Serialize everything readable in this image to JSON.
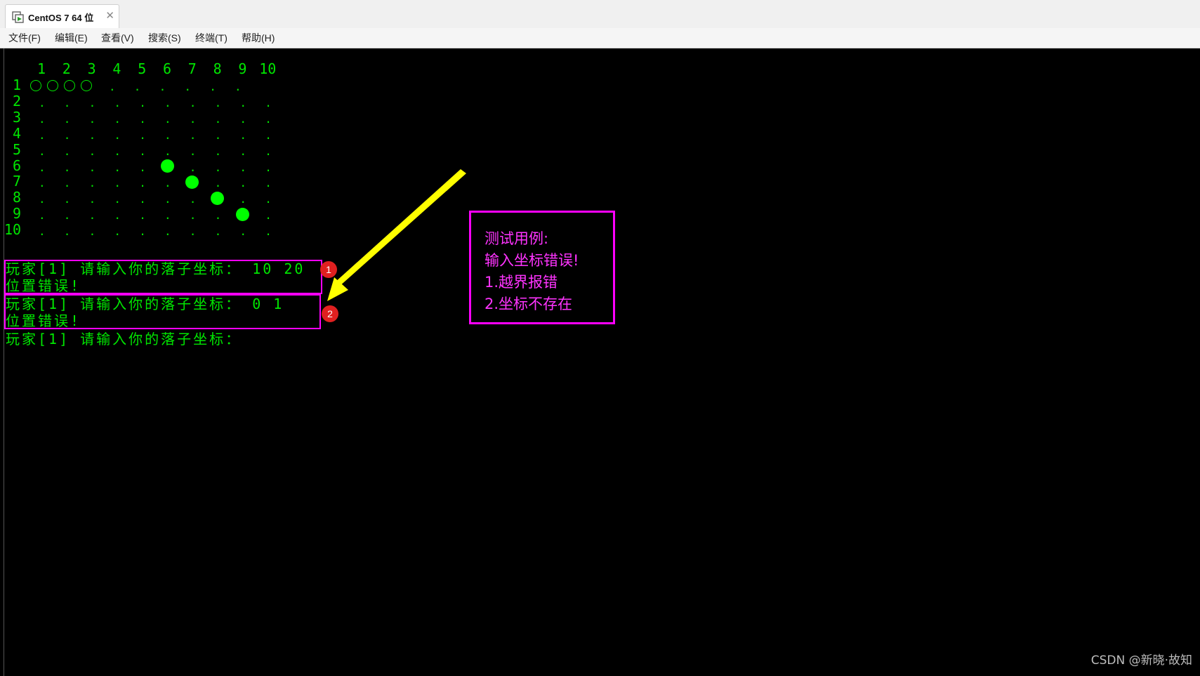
{
  "window": {
    "tab_title": "CentOS 7 64 位",
    "tab_icon": "vm-icon",
    "close_icon": "close-icon"
  },
  "menu": {
    "items": [
      {
        "label": "文件(F)"
      },
      {
        "label": "编辑(E)"
      },
      {
        "label": "查看(V)"
      },
      {
        "label": "搜索(S)"
      },
      {
        "label": "终端(T)"
      },
      {
        "label": "帮助(H)"
      }
    ]
  },
  "board": {
    "col_headers": [
      "1",
      "2",
      "3",
      "4",
      "5",
      "6",
      "7",
      "8",
      "9",
      "10"
    ],
    "row_headers": [
      "1",
      "2",
      "3",
      "4",
      "5",
      "6",
      "7",
      "8",
      "9",
      "10"
    ],
    "empty_symbol": ".",
    "row1_empty_count": 6,
    "player1_stones": [
      [
        1,
        1
      ],
      [
        1,
        2
      ],
      [
        1,
        3
      ],
      [
        1,
        4
      ]
    ],
    "player2_stones": [
      [
        6,
        6
      ],
      [
        7,
        7
      ],
      [
        8,
        8
      ],
      [
        9,
        9
      ]
    ]
  },
  "terminal": {
    "lines": [
      "玩家[1] 请输入你的落子坐标： 10 20",
      "位置错误!",
      "玩家[1] 请输入你的落子坐标： 0 1",
      "位置错误!",
      "玩家[1] 请输入你的落子坐标："
    ]
  },
  "annotations": {
    "badge1": "1",
    "badge2": "2",
    "note_lines": [
      "测试用例:",
      "输入坐标错误!",
      "1.越界报错",
      "2.坐标不存在"
    ],
    "highlight_color": "#ff00ff",
    "arrow_color": "#ffff00"
  },
  "watermark": "CSDN @新晓·故知",
  "colors": {
    "terminal_text": "#00e600",
    "terminal_bg": "#000000",
    "badge": "#e02020"
  }
}
